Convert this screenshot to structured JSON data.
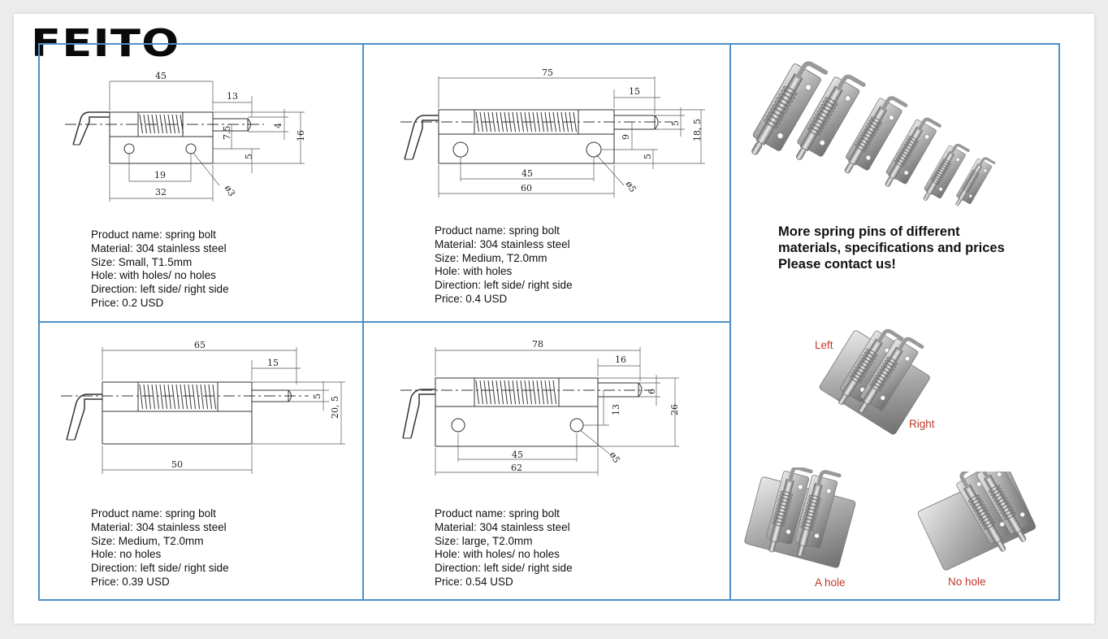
{
  "brand": {
    "logo_text": "FEITO",
    "accent": "#4d8fc6",
    "label_red": "#c0392b"
  },
  "products": [
    {
      "name": "Product name: spring bolt",
      "material": "Material: 304 stainless steel",
      "size": "Size: Small, T1.5mm",
      "hole": "Hole: with holes/ no holes",
      "direction": "Direction: left side/ right side",
      "price": "Price: 0.2 USD",
      "dims": {
        "overall": "45",
        "pin": "13",
        "pin_dia": "4",
        "height": "16",
        "off1": "7.5",
        "off2": "5",
        "hole_spacing": "19",
        "base": "32",
        "hole_dia": "ø3"
      }
    },
    {
      "name": "Product name: spring bolt",
      "material": "Material: 304 stainless steel",
      "size": "Size: Medium, T2.0mm",
      "hole": "Hole: with holes",
      "direction": "Direction: left side/ right side",
      "price": "Price: 0.4 USD",
      "dims": {
        "overall": "75",
        "pin": "15",
        "pin_dia": "5",
        "height": "18, 5",
        "off1": "9",
        "off2": "5",
        "hole_spacing": "45",
        "base": "60",
        "hole_dia": "ø5"
      }
    },
    {
      "name": "Product name: spring bolt",
      "material": "Material: 304 stainless steel",
      "size": "Size: Medium, T2.0mm",
      "hole": "Hole:  no holes",
      "direction": "Direction: left side/ right side",
      "price": "Price: 0.39 USD",
      "dims": {
        "overall": "65",
        "pin": "15",
        "pin_dia": "5",
        "height": "20, 5",
        "base": "50"
      }
    },
    {
      "name": "Product name: spring bolt",
      "material": "Material: 304 stainless steel",
      "size": "Size: large, T2.0mm",
      "hole": "Hole: with holes/ no holes",
      "direction": "Direction: left side/ right side",
      "price": "Price: 0.54 USD",
      "dims": {
        "overall": "78",
        "pin": "16",
        "pin_dia": "6",
        "height": "26",
        "off1": "13",
        "hole_spacing": "45",
        "base": "62",
        "hole_dia": "ø5"
      }
    }
  ],
  "promo": {
    "line1": "More spring pins of different",
    "line2": "materials, specifications and prices",
    "line3": "Please contact us!"
  },
  "photo_labels": {
    "left": "Left",
    "right": "Right",
    "a_hole": "A hole",
    "no_hole": "No hole"
  }
}
